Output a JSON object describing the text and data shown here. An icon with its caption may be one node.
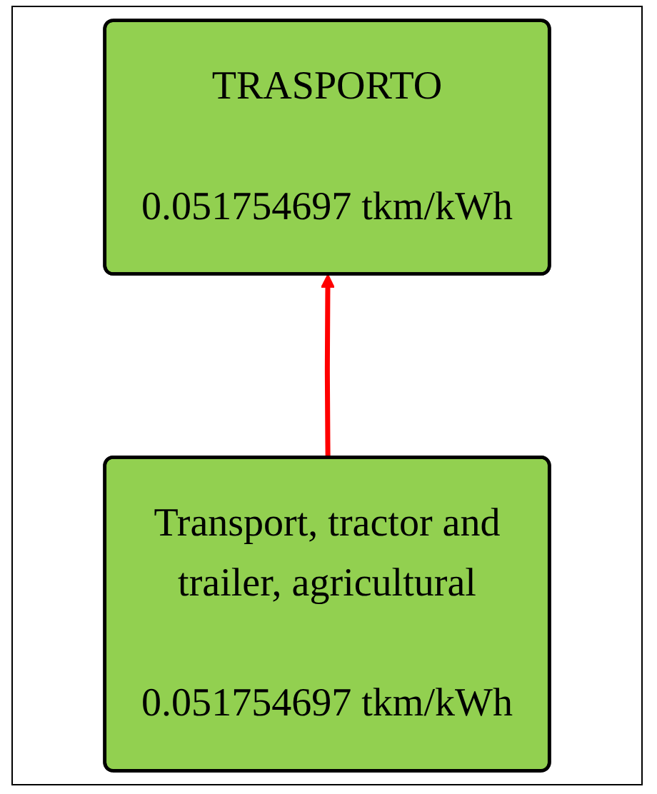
{
  "diagram": {
    "nodes": [
      {
        "text": [
          "TRASPORTO",
          "0.051754697 tkm/kWh"
        ]
      },
      {
        "text": [
          "Transport, tractor and trailer, agricultural",
          "0.051754697 tkm/kWh"
        ]
      }
    ],
    "edges": [
      {
        "from": 1,
        "to": 0,
        "arrow": "to",
        "color": "#ff0000"
      }
    ]
  }
}
